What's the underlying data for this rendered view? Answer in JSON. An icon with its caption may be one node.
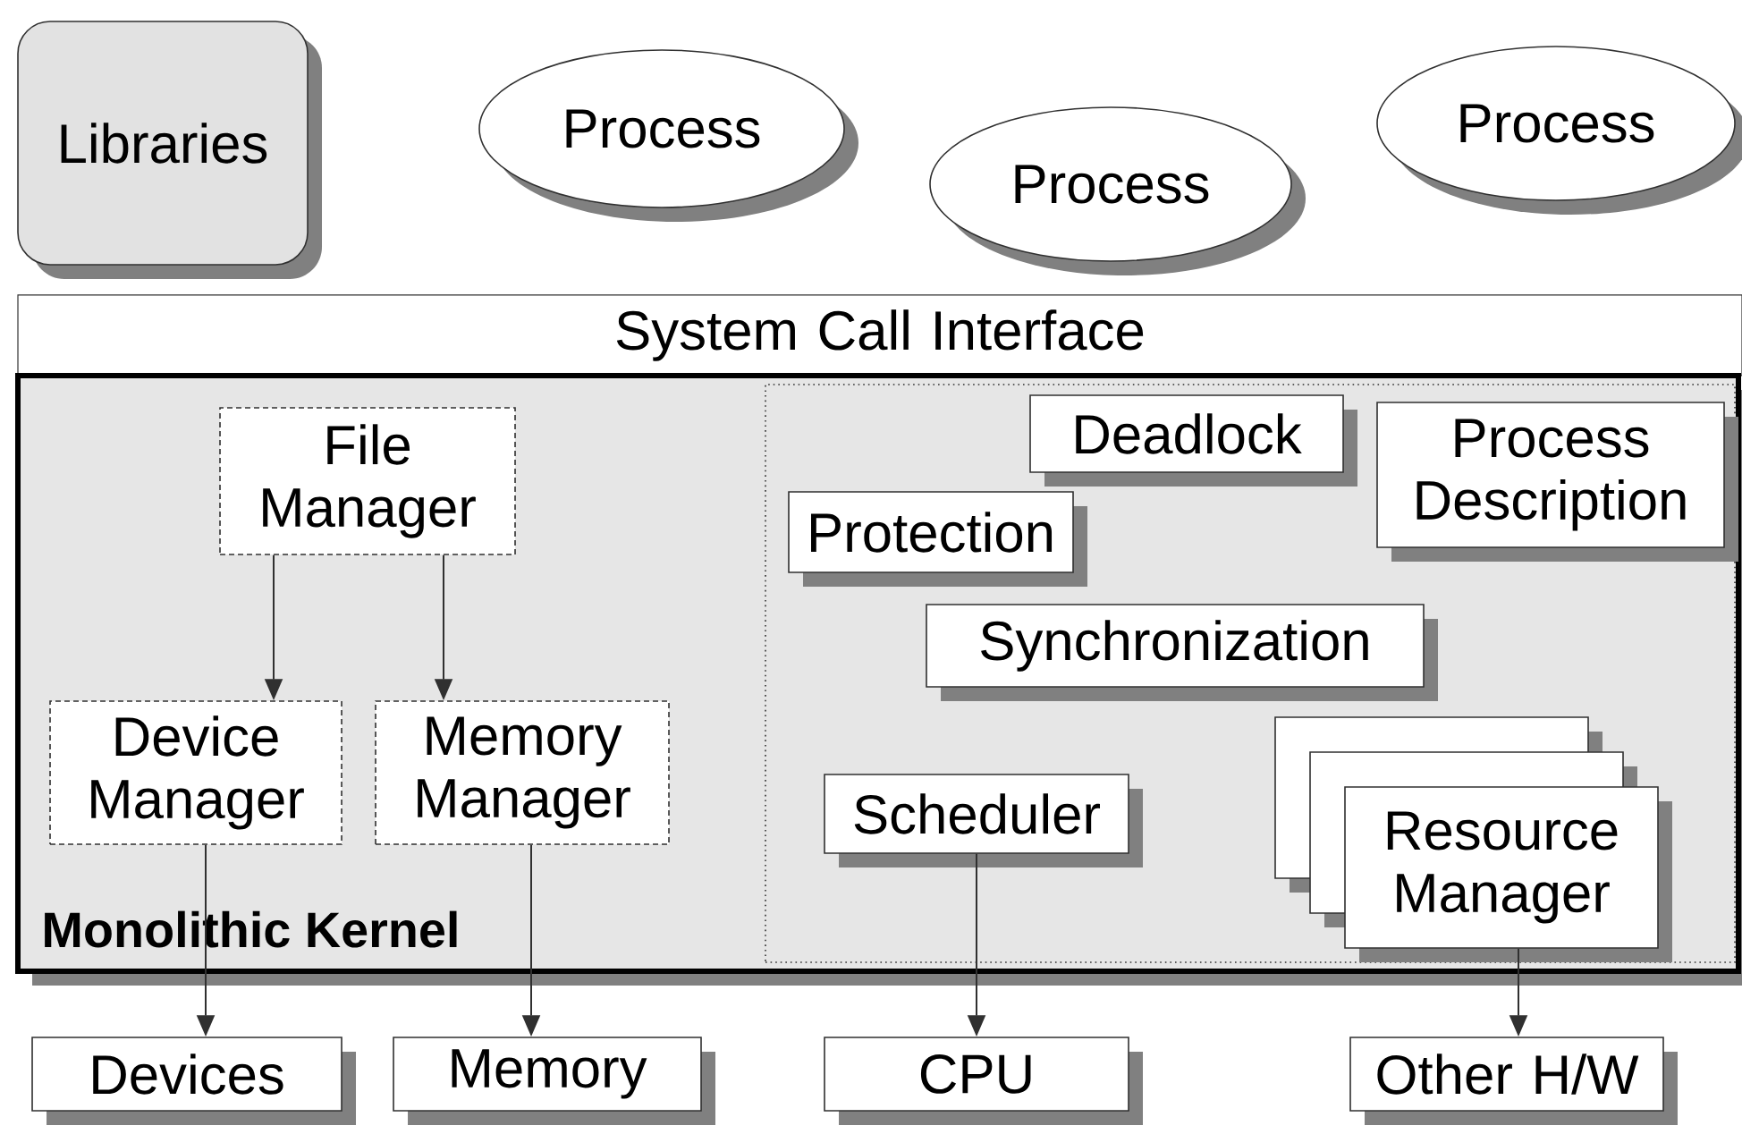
{
  "diagram": {
    "nodes": [
      {
        "text": [
          "Libraries"
        ]
      },
      {
        "text": [
          "Process"
        ]
      },
      {
        "text": [
          "Process"
        ]
      },
      {
        "text": [
          "Process"
        ]
      },
      {
        "text": [
          "System Call Interface"
        ]
      },
      {
        "text": [
          "Monolithic Kernel"
        ]
      },
      {
        "text": [],
        "shape": "box",
        "in": 5
      },
      {
        "text": [
          "File Manager"
        ],
        "in": 5
      },
      {
        "text": [
          "Device Manager"
        ],
        "in": 5
      },
      {
        "text": [
          "Memory Manager"
        ],
        "in": 5
      },
      {
        "text": [
          "Deadlock"
        ],
        "in": 6
      },
      {
        "text": [
          "Process Description"
        ],
        "in": 6
      },
      {
        "text": [
          "Protection"
        ],
        "in": 6
      },
      {
        "text": [
          "Synchronization"
        ],
        "in": 6
      },
      {
        "text": [
          "Scheduler"
        ],
        "in": 6
      },
      {
        "text": [
          "Resource Manager"
        ],
        "in": 6
      },
      {
        "text": [
          "Devices"
        ]
      },
      {
        "text": [
          "Memory"
        ]
      },
      {
        "text": [
          "CPU"
        ]
      },
      {
        "text": [
          "Other H/W"
        ]
      }
    ],
    "edges": [
      {
        "from": 7,
        "to": 8,
        "arrow": "to"
      },
      {
        "from": 7,
        "to": 9,
        "arrow": "to"
      },
      {
        "from": 8,
        "to": 16,
        "arrow": "to"
      },
      {
        "from": 9,
        "to": 17,
        "arrow": "to"
      },
      {
        "from": 14,
        "to": 18,
        "arrow": "to"
      },
      {
        "from": 15,
        "to": 19,
        "arrow": "to"
      }
    ]
  }
}
